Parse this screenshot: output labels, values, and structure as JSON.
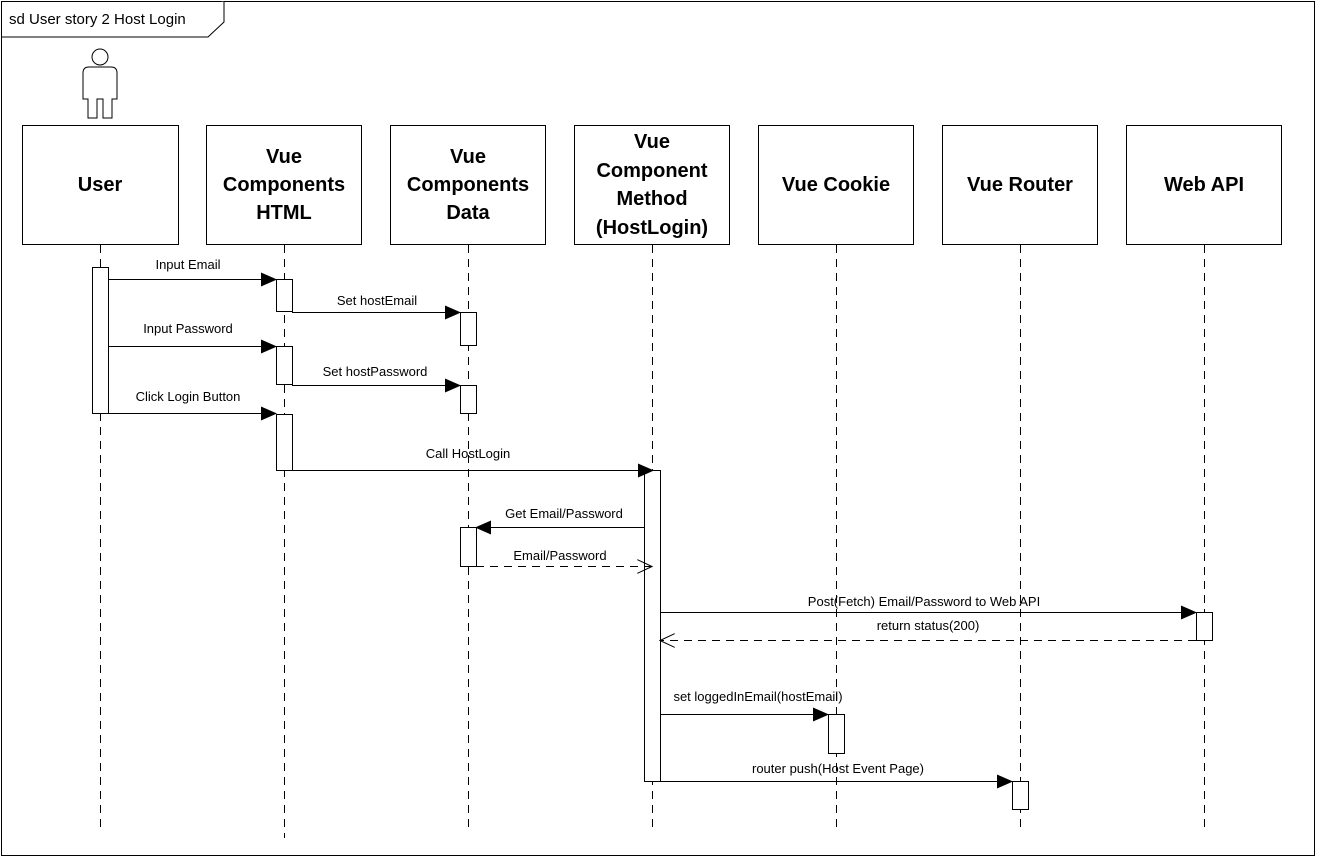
{
  "frame": {
    "title": "sd User story 2 Host Login"
  },
  "actor_icon": "stick-figure-actor-icon",
  "lifelines": [
    {
      "id": "user",
      "title_lines": [
        "User"
      ]
    },
    {
      "id": "html",
      "title_lines": [
        "Vue",
        "Components",
        "HTML"
      ]
    },
    {
      "id": "data",
      "title_lines": [
        "Vue",
        "Components",
        "Data"
      ]
    },
    {
      "id": "method",
      "title_lines": [
        "Vue",
        "Component",
        "Method",
        "(HostLogin)"
      ]
    },
    {
      "id": "cookie",
      "title_lines": [
        "Vue Cookie"
      ]
    },
    {
      "id": "router",
      "title_lines": [
        "Vue Router"
      ]
    },
    {
      "id": "api",
      "title_lines": [
        "Web API"
      ]
    }
  ],
  "messages": [
    {
      "label": "Input Email",
      "from": "user",
      "to": "html",
      "kind": "sync"
    },
    {
      "label": "Set hostEmail",
      "from": "html",
      "to": "data",
      "kind": "sync"
    },
    {
      "label": "Input Password",
      "from": "user",
      "to": "html",
      "kind": "sync"
    },
    {
      "label": "Set hostPassword",
      "from": "html",
      "to": "data",
      "kind": "sync"
    },
    {
      "label": "Click Login Button",
      "from": "user",
      "to": "html",
      "kind": "sync"
    },
    {
      "label": "Call HostLogin",
      "from": "html",
      "to": "method",
      "kind": "sync"
    },
    {
      "label": "Get Email/Password",
      "from": "method",
      "to": "data",
      "kind": "sync"
    },
    {
      "label": "Email/Password",
      "from": "data",
      "to": "method",
      "kind": "reply"
    },
    {
      "label": "Post(Fetch) Email/Password to Web API",
      "from": "method",
      "to": "api",
      "kind": "sync"
    },
    {
      "label": "return status(200)",
      "from": "api",
      "to": "method",
      "kind": "reply"
    },
    {
      "label": "set loggedInEmail(hostEmail)",
      "from": "method",
      "to": "cookie",
      "kind": "sync"
    },
    {
      "label": "router push(Host Event Page)",
      "from": "method",
      "to": "router",
      "kind": "sync"
    }
  ]
}
